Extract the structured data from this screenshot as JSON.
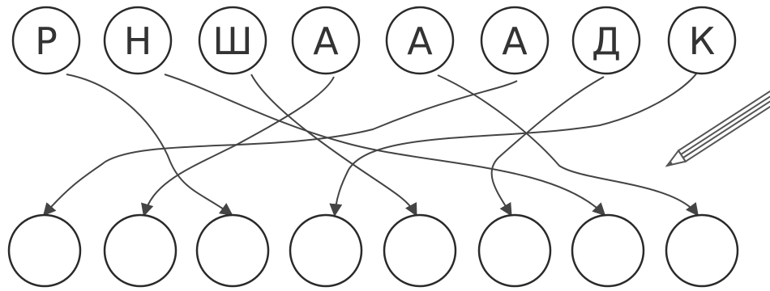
{
  "puzzle": {
    "top_letters": [
      "Р",
      "Н",
      "Ш",
      "А",
      "А",
      "А",
      "Д",
      "К"
    ],
    "answer_slots": [
      "",
      "",
      "",
      "",
      "",
      "",
      "",
      ""
    ],
    "connections": [
      {
        "from": 0,
        "to": 2
      },
      {
        "from": 1,
        "to": 6
      },
      {
        "from": 2,
        "to": 4
      },
      {
        "from": 3,
        "to": 1
      },
      {
        "from": 4,
        "to": 7
      },
      {
        "from": 5,
        "to": 0
      },
      {
        "from": 6,
        "to": 5
      },
      {
        "from": 7,
        "to": 3
      }
    ]
  },
  "colors": {
    "line": "#444444",
    "circle_stroke": "#2a2a2a",
    "letter": "#333333",
    "pencil": "#555555",
    "background": "#ffffff"
  },
  "icons": {
    "pencil": "pencil-icon"
  }
}
